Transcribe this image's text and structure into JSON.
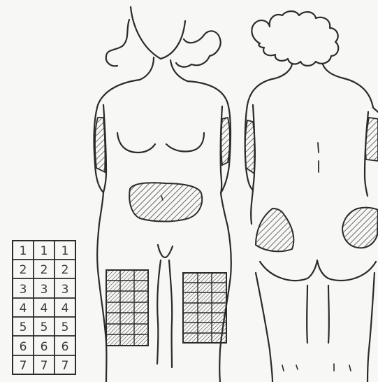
{
  "figures": [
    {
      "view": "front",
      "shaded_regions": [
        "upper-arm-left",
        "upper-arm-right",
        "abdomen",
        "thigh-left",
        "thigh-right"
      ]
    },
    {
      "view": "back",
      "shaded_regions": [
        "upper-arm-left",
        "upper-arm-right",
        "buttock-left",
        "buttock-right"
      ]
    }
  ],
  "colors": {
    "paper": "#f6f6f6",
    "ink": "#2b2b2b",
    "hatch": "#333333",
    "number": "#3a3a3a"
  },
  "legend_grid": {
    "rows": [
      [
        "1",
        "1",
        "1"
      ],
      [
        "2",
        "2",
        "2"
      ],
      [
        "3",
        "3",
        "3"
      ],
      [
        "4",
        "4",
        "4"
      ],
      [
        "5",
        "5",
        "5"
      ],
      [
        "6",
        "6",
        "6"
      ],
      [
        "7",
        "7",
        "7"
      ]
    ]
  }
}
